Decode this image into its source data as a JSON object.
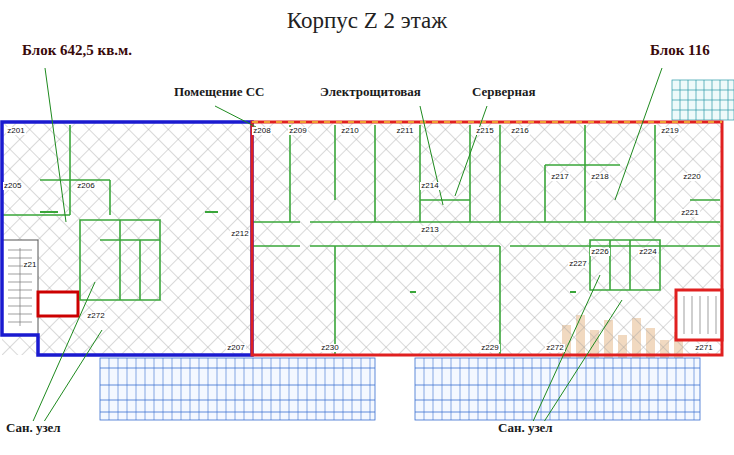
{
  "diagram": {
    "title": "Корпус Z 2 этаж",
    "labels": [
      "Блок 642,5 кв.м.",
      "Блок 116",
      "Помещение СС",
      "Электрощитовая",
      "Серверная",
      "Сан. узел",
      "Сан. узел",
      "z201",
      "z205",
      "z206",
      "z21",
      "z272",
      "z212",
      "z207",
      "z208",
      "z209",
      "z210",
      "z211",
      "z215",
      "z216",
      "z219",
      "z217",
      "z218",
      "z220",
      "z221",
      "z214",
      "z213",
      "z227",
      "z226",
      "z224",
      "z230",
      "z229",
      "z272",
      "z271"
    ]
  }
}
